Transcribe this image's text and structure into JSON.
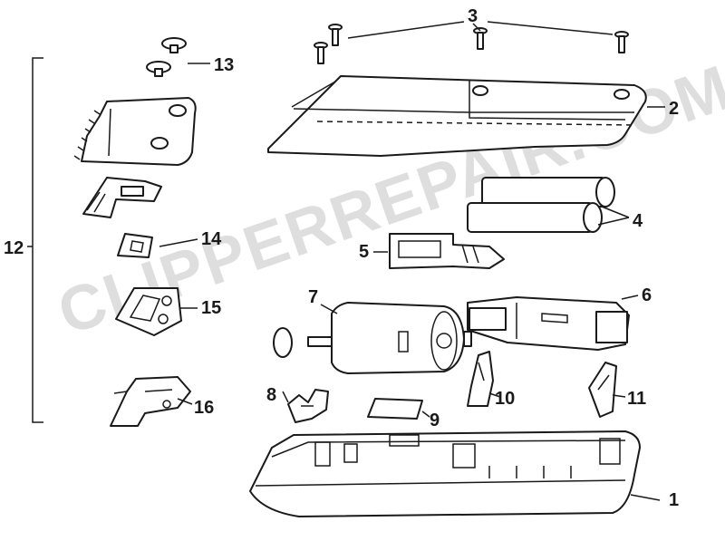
{
  "watermark": "CLIPPERREPAIR.COM",
  "labels": {
    "l1": "1",
    "l2": "2",
    "l3": "3",
    "l4": "4",
    "l5": "5",
    "l6": "6",
    "l7": "7",
    "l8": "8",
    "l9": "9",
    "l10": "10",
    "l11": "11",
    "l12": "12",
    "l13": "13",
    "l14": "14",
    "l15": "15",
    "l16": "16"
  },
  "colors": {
    "ink": "#1a1a1a",
    "watermark": "#d9d9d9",
    "background": "#ffffff"
  }
}
